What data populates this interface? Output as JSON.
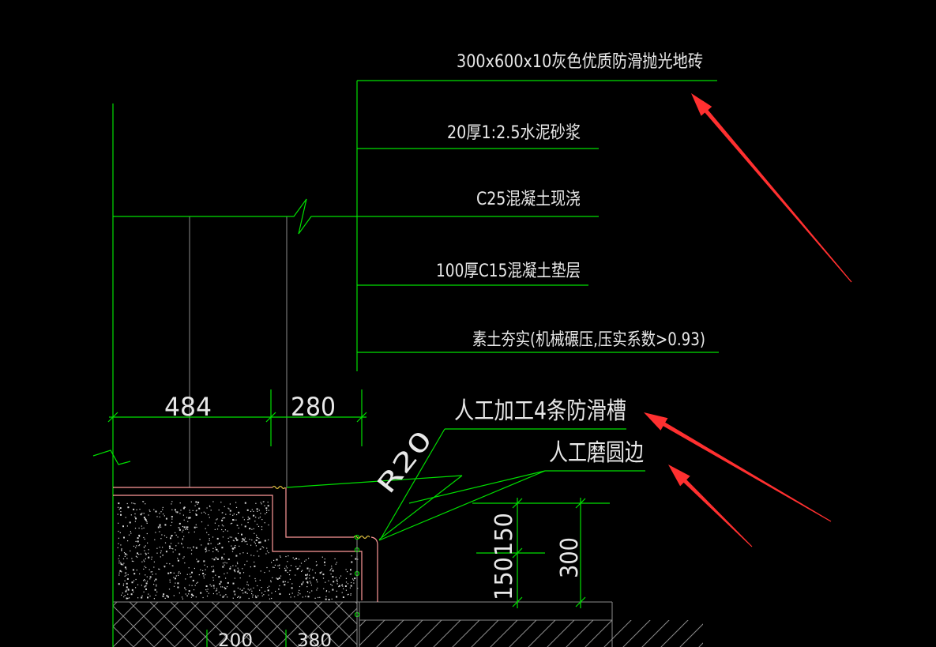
{
  "colors": {
    "background": "#000000",
    "line": "#00e000",
    "text": "#e8e8e8",
    "arrow": "#ff3030",
    "outline": "#ff9a9a",
    "hatch": "#8c8c8c"
  },
  "layers": [
    "300x600x10灰色优质防滑抛光地砖",
    "20厚1:2.5水泥砂浆",
    "C25混凝土现浇",
    "100厚C15混凝土垫层",
    "素土夯实(机械碾压,压实系数>0.93)"
  ],
  "callouts": {
    "grooves": "人工加工4条防滑槽",
    "round_edge": "人工磨圆边"
  },
  "dimensions": {
    "width_left": "484",
    "width_right": "280",
    "radius": "R20",
    "rise_top": "150",
    "rise_bottom": "150",
    "rise_total": "300",
    "bottom_left": "200",
    "bottom_right": "380"
  }
}
